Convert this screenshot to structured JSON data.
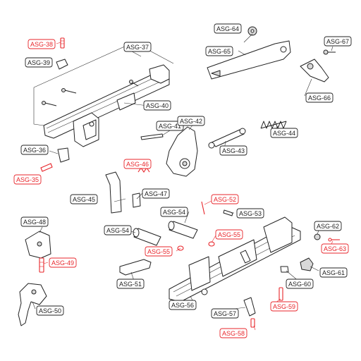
{
  "diagram": {
    "colors": {
      "standard": "#222222",
      "highlight": "#e8262b",
      "background": "#ffffff"
    },
    "labels": {
      "asg35": "ASG-35",
      "asg36": "ASG-36",
      "asg37": "ASG-37",
      "asg38": "ASG-38",
      "asg39": "ASG-39",
      "asg40": "ASG-40",
      "asg41": "ASG-41",
      "asg42": "ASG-42",
      "asg43": "ASG-43",
      "asg44": "ASG-44",
      "asg45": "ASG-45",
      "asg46": "ASG-46",
      "asg47": "ASG-47",
      "asg48": "ASG-48",
      "asg49": "ASG-49",
      "asg50": "ASG-50",
      "asg51": "ASG-51",
      "asg52": "ASG-52",
      "asg53": "ASG-53",
      "asg54a": "ASG-54",
      "asg54b": "ASG-54",
      "asg55a": "ASG-55",
      "asg55b": "ASG-55",
      "asg56": "ASG-56",
      "asg57": "ASG-57",
      "asg58": "ASG-58",
      "asg59": "ASG-59",
      "asg60": "ASG-60",
      "asg61": "ASG-61",
      "asg62": "ASG-62",
      "asg63": "ASG-63",
      "asg64": "ASG-64",
      "asg65": "ASG-65",
      "asg66": "ASG-66",
      "asg67": "ASG-67"
    }
  }
}
